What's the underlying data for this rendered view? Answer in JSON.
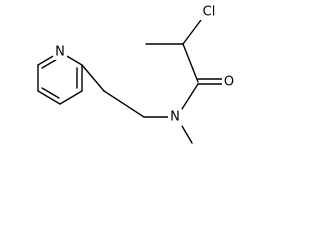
{
  "molecule": {
    "atoms": {
      "chlorine": "Cl",
      "oxygen": "O",
      "amide_nitrogen": "N",
      "pyridine_nitrogen": "N"
    }
  },
  "colors": {
    "bond": "#000000",
    "label": "#000000",
    "background": "#ffffff"
  }
}
